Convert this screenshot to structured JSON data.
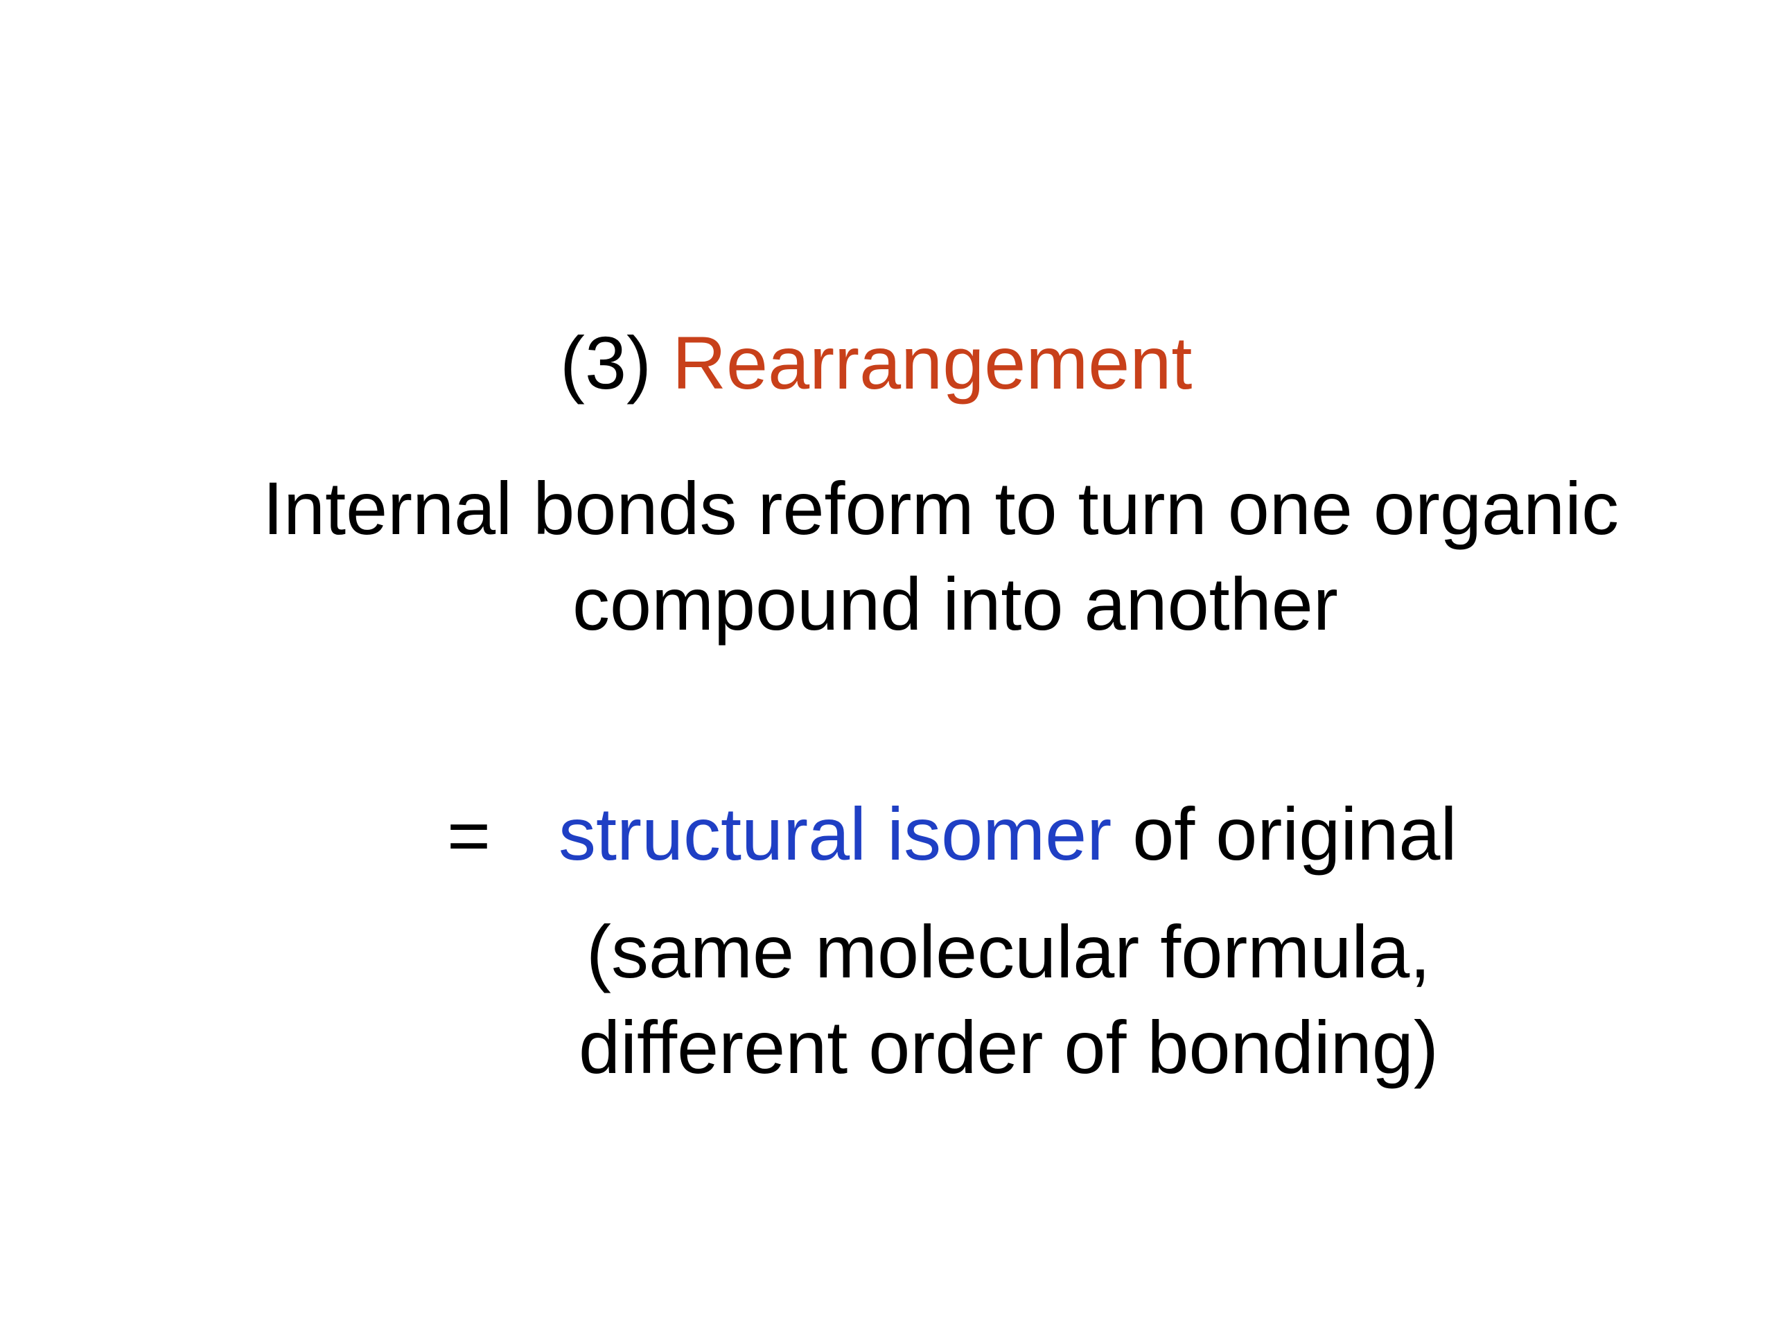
{
  "slide": {
    "title_number": "(3)",
    "title_term": "Rearrangement",
    "definition_line_1": "Internal bonds reform to turn one organic",
    "definition_line_2": "compound into another",
    "equals": "=",
    "isomer_term": "structural isomer",
    "isomer_rest": "of original",
    "note_line_1": "(same molecular formula,",
    "note_line_2": "different order of bonding)"
  },
  "colors": {
    "title_term": "#c8401a",
    "isomer_term": "#1f3fc4",
    "text": "#000000",
    "background": "#ffffff"
  }
}
